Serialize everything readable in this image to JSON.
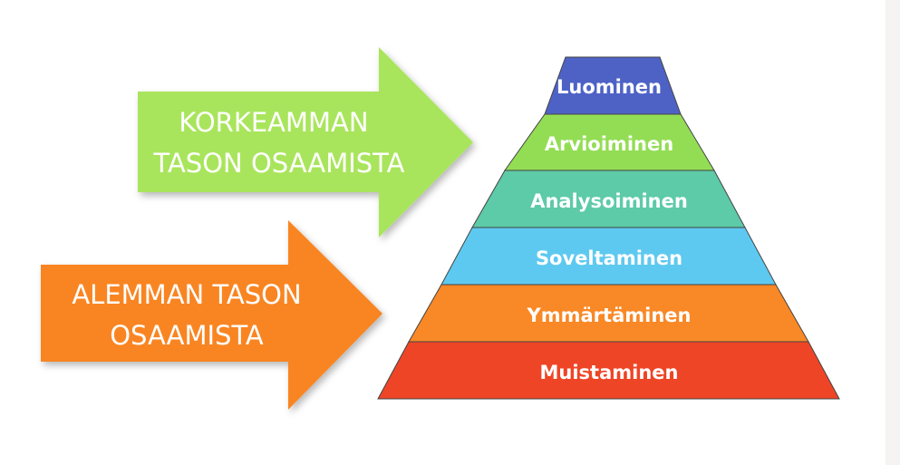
{
  "arrows": {
    "upper": {
      "line1": "KORKEAMMAN",
      "line2": "TASON OSAAMISTA",
      "color": "#a9e55c"
    },
    "lower": {
      "line1": "ALEMMAN TASON",
      "line2": "OSAAMISTA",
      "color": "#f98522"
    }
  },
  "pyramid": {
    "levels": [
      {
        "label": "Luominen",
        "color": "#4e62c6"
      },
      {
        "label": "Arvioiminen",
        "color": "#93dd55"
      },
      {
        "label": "Analysoiminen",
        "color": "#5dcaa8"
      },
      {
        "label": "Soveltaminen",
        "color": "#5ec9f0"
      },
      {
        "label": "Ymmärtäminen",
        "color": "#f98826"
      },
      {
        "label": "Muistaminen",
        "color": "#ee4526"
      }
    ]
  }
}
